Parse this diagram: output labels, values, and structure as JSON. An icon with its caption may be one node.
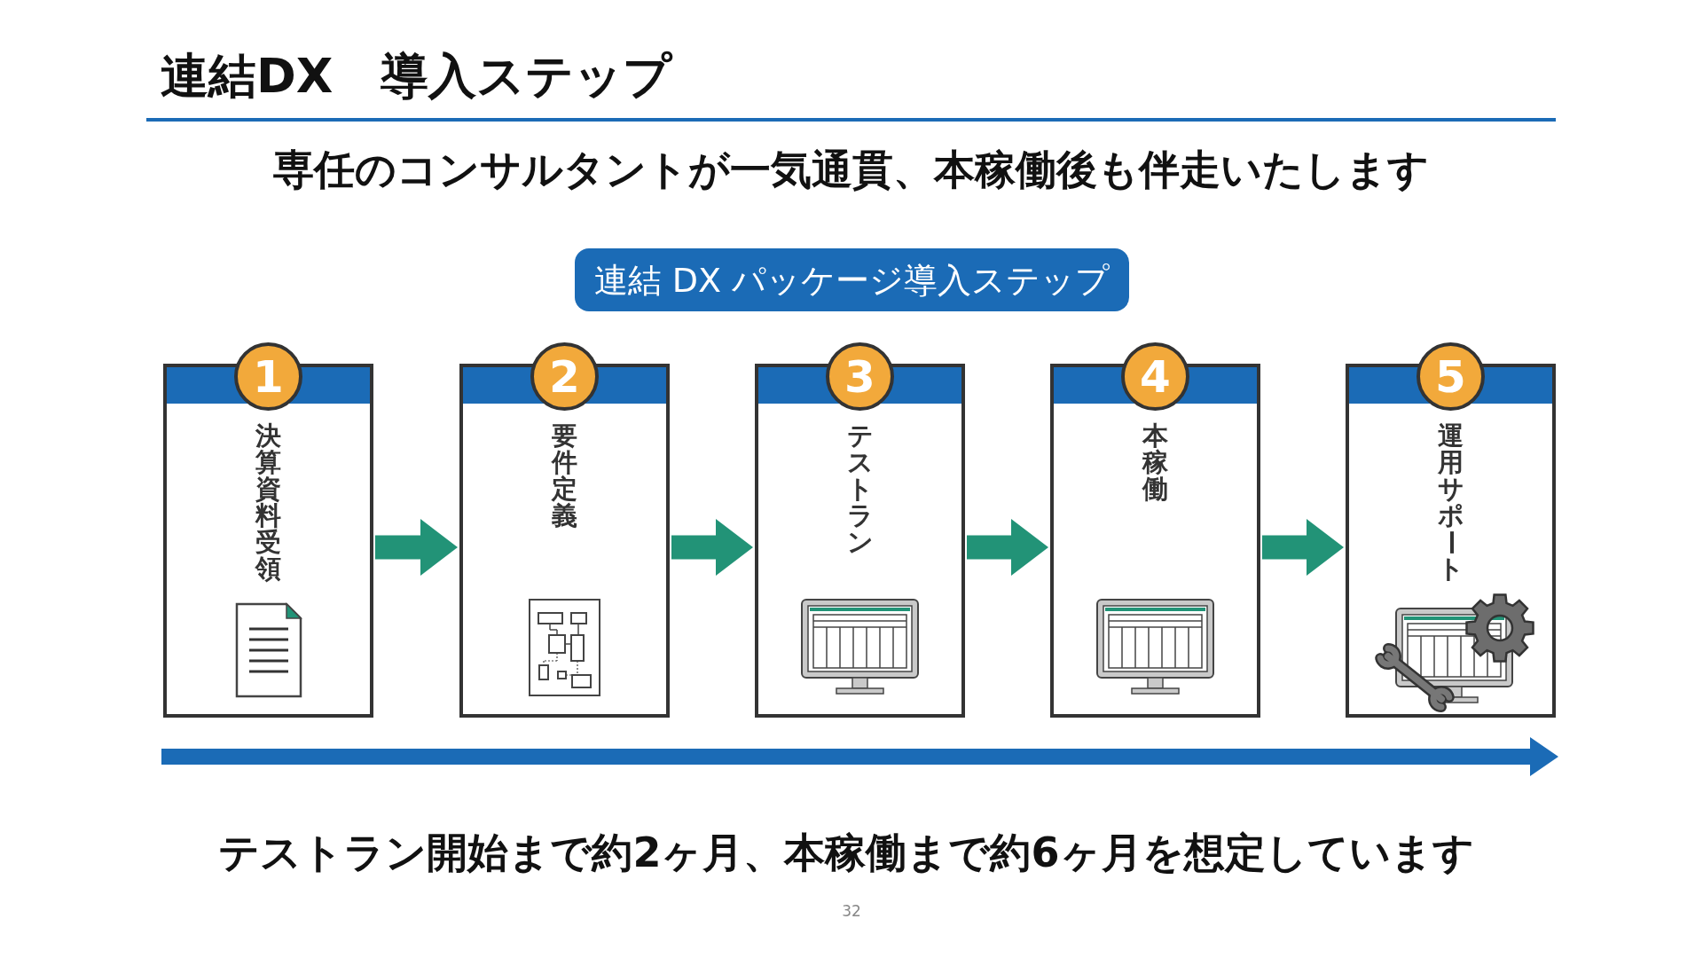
{
  "diagram": {
    "title": "連結DX　導入ステップ",
    "nodes": [
      {
        "text": [
          "連結 DX パッケージ導入ステップ"
        ]
      },
      {
        "text": [
          "1",
          "決算資料受領"
        ]
      },
      {
        "text": [
          "2",
          "要件定義"
        ]
      },
      {
        "text": [
          "3",
          "テストラン"
        ]
      },
      {
        "text": [
          "4",
          "本稼働"
        ]
      },
      {
        "text": [
          "5",
          "運用サポート"
        ]
      }
    ],
    "edges": [
      {
        "from": 1,
        "to": 2,
        "arrow": "to"
      },
      {
        "from": 2,
        "to": 3,
        "arrow": "to"
      },
      {
        "from": 3,
        "to": 4,
        "arrow": "to"
      },
      {
        "from": 4,
        "to": 5,
        "arrow": "to"
      }
    ],
    "labels": [
      "専任のコンサルタントが一気通貫、本稼働後も伴走いたします",
      "テストラン開始まで約2ヶ月、本稼働まで約6ヶ月を想定しています",
      "32"
    ]
  }
}
